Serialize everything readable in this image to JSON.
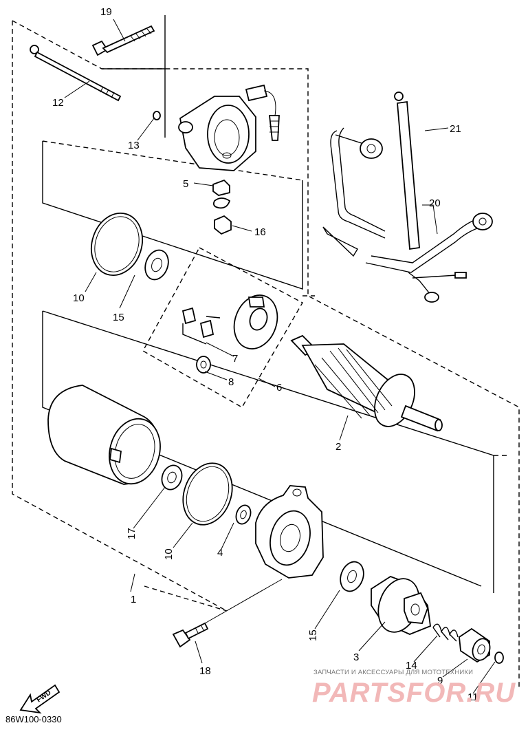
{
  "diagram": {
    "code": "86W100-0330",
    "forward_label": "FWD",
    "watermark": {
      "top_text": "ЗАПЧАСТИ И АКСЕССУАРЫ ДЛЯ МОТОТЕХНИКИ",
      "brand_text": "PARTSFOR.RU"
    },
    "callouts": {
      "p19": "19",
      "p12": "12",
      "p13": "13",
      "p5": "5",
      "p16": "16",
      "p21": "21",
      "p20": "20",
      "p10a": "10",
      "p15a": "15",
      "p7": "7",
      "p8": "8",
      "p6": "6",
      "p2": "2",
      "p17": "17",
      "p10b": "10",
      "p4": "4",
      "p1": "1",
      "p15b": "15",
      "p3": "3",
      "p14": "14",
      "p9": "9",
      "p11": "11",
      "p18": "18"
    }
  }
}
